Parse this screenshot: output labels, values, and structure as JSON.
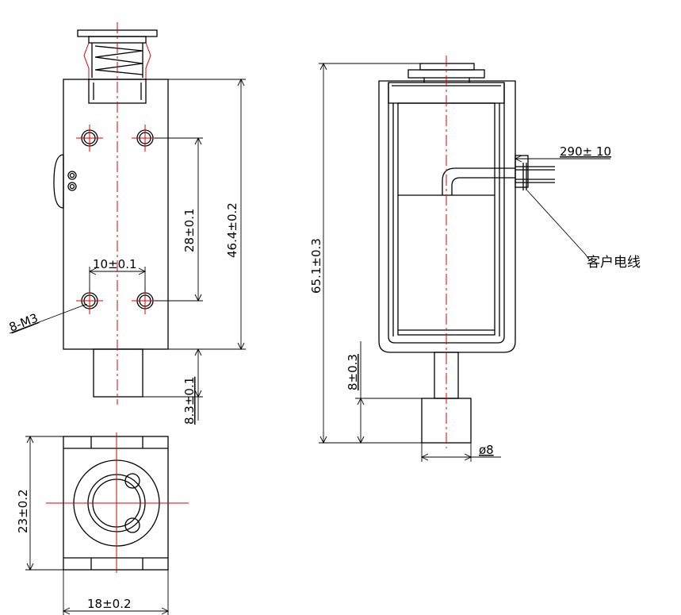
{
  "dimensions": {
    "hole_spacing_vertical": "28±0.1",
    "body_height": "46.4±0.2",
    "hole_spacing_horizontal": "10±0.1",
    "thread_callout": "8-M3",
    "plunger_extension": "8.3±0.1",
    "overall_length": "65.1±0.3",
    "wire_length": "290± 10",
    "plunger_head_length": "8±0.3",
    "plunger_diameter": "ø8",
    "end_height": "23±0.2",
    "end_width": "18±0.2"
  },
  "labels": {
    "customer_wire": "客户电线"
  },
  "colors": {
    "outline": "#000000",
    "centerline": "#e00000"
  }
}
